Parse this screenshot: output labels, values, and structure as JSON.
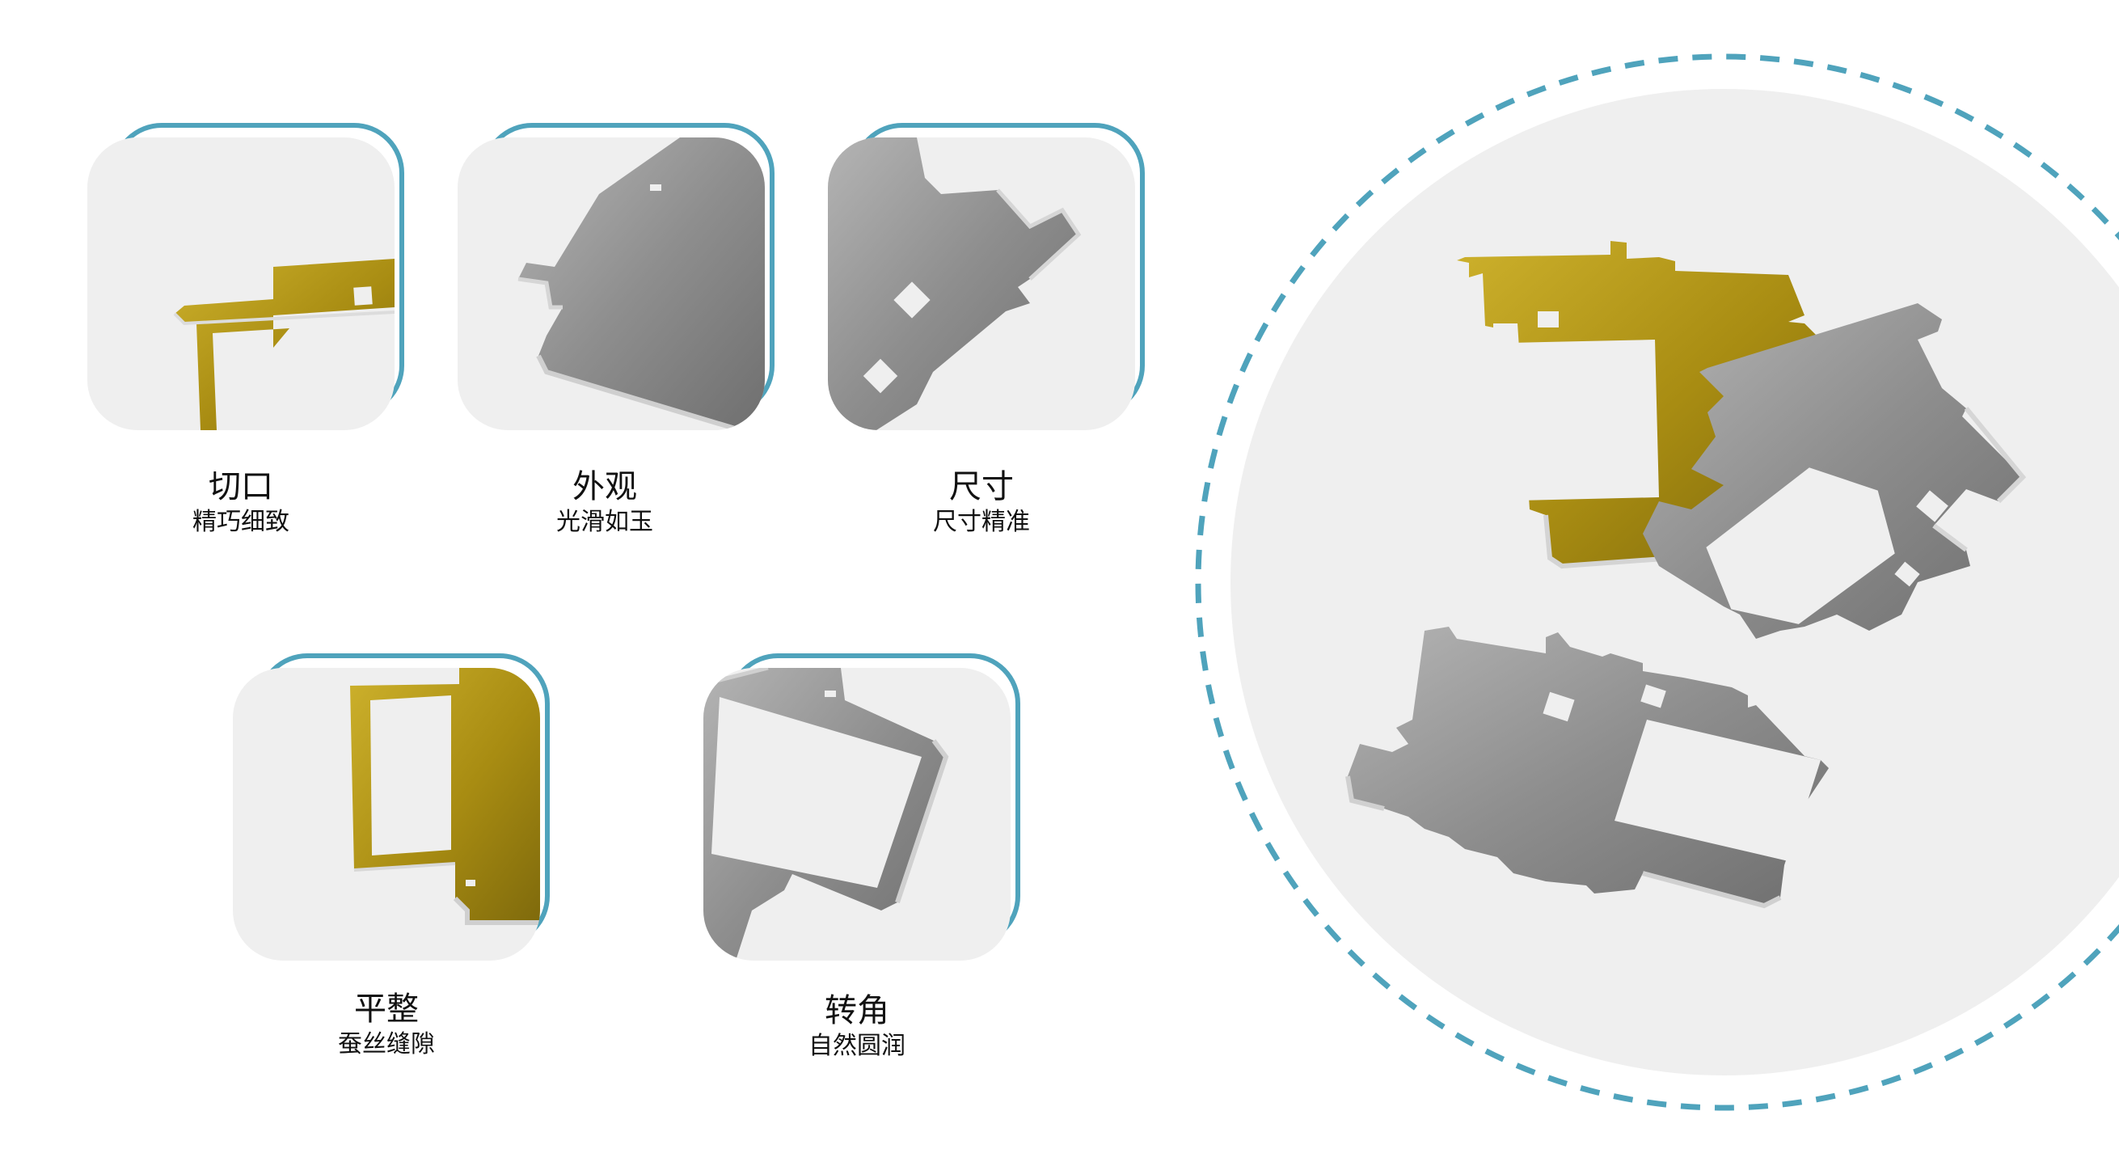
{
  "features": [
    {
      "title": "切口",
      "subtitle": "精巧细致"
    },
    {
      "title": "外观",
      "subtitle": "光滑如玉"
    },
    {
      "title": "尺寸",
      "subtitle": "尺寸精准"
    },
    {
      "title": "平整",
      "subtitle": "蚕丝缝隙"
    },
    {
      "title": "转角",
      "subtitle": "自然圆润"
    }
  ],
  "colors": {
    "accent": "#4fa3bc",
    "tile": "#efefef",
    "brass": "#b59a16",
    "steel": "#8a8a8a"
  }
}
